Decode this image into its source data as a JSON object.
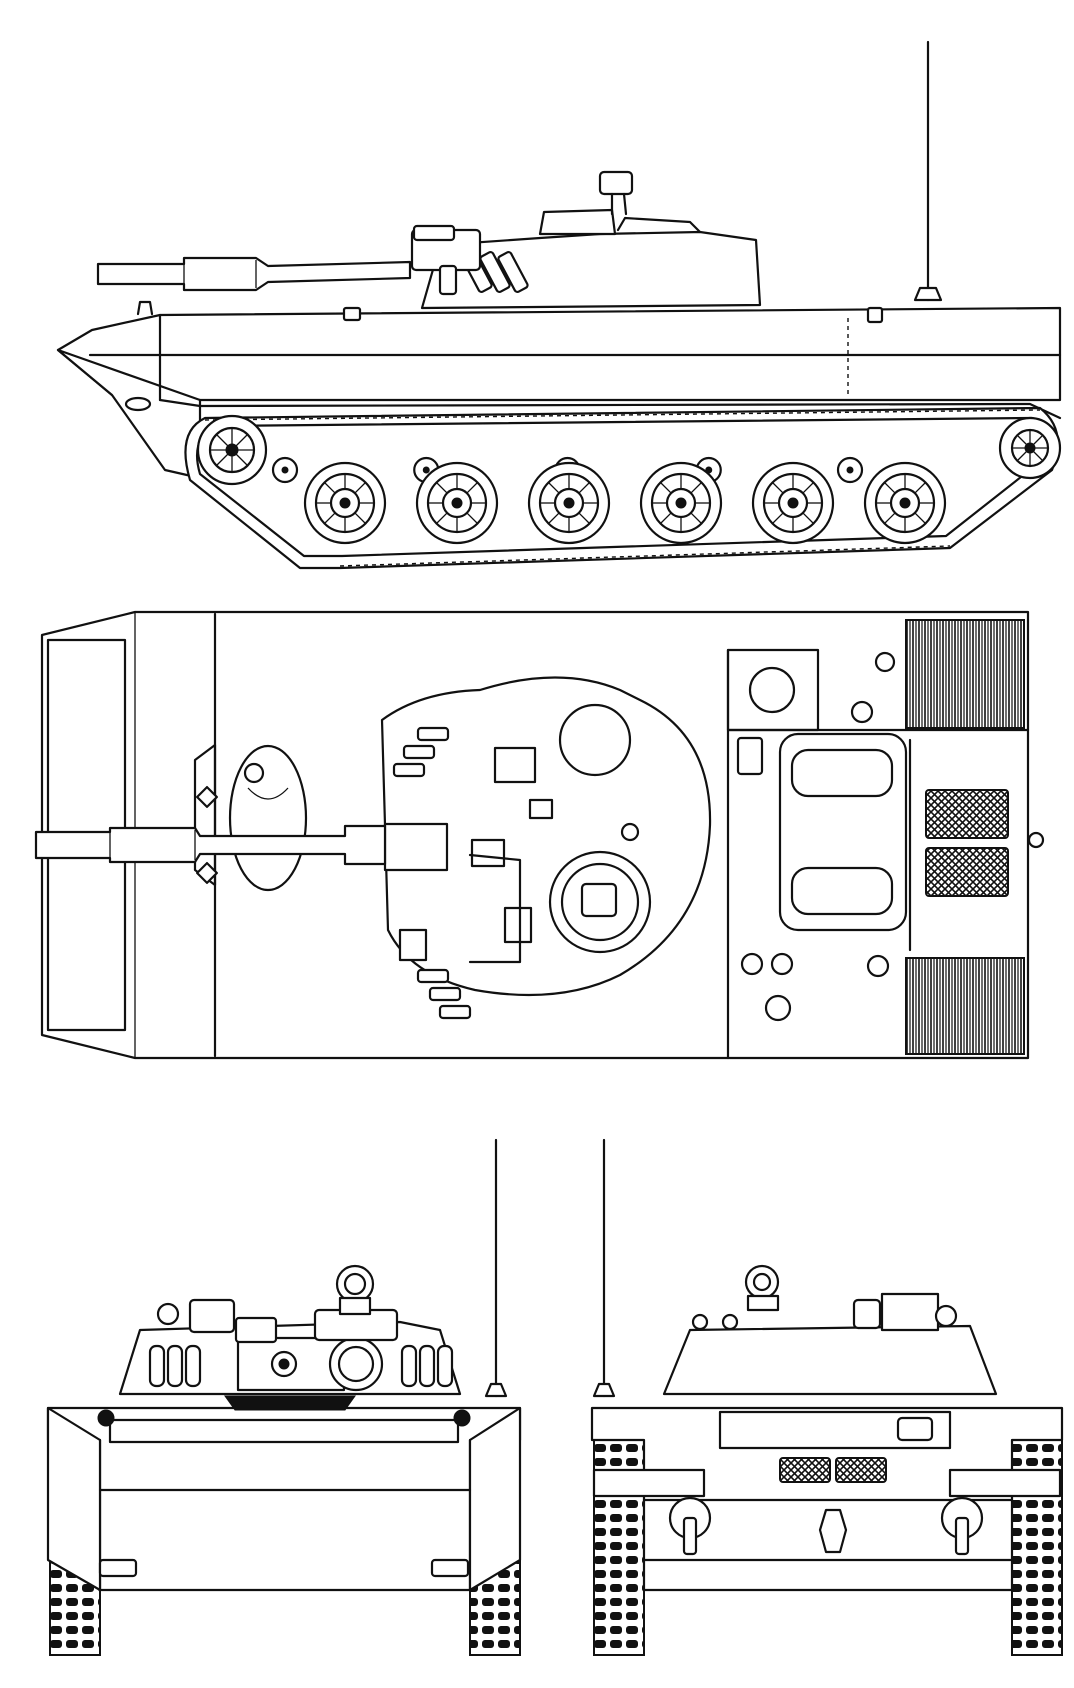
{
  "drawing": {
    "views": [
      {
        "id": "side-view"
      },
      {
        "id": "top-view"
      },
      {
        "id": "front-view"
      },
      {
        "id": "rear-view"
      }
    ],
    "side_view": {
      "road_wheel_count": 6,
      "return_roller_count": 5
    },
    "colors": {
      "line": "#111111",
      "background": "#ffffff"
    }
  }
}
